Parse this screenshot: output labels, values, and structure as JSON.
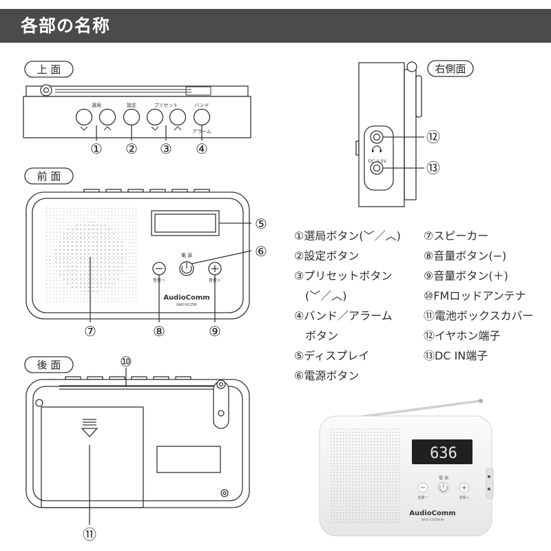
{
  "header": {
    "title": "各部の名称"
  },
  "sections": {
    "top": "上 面",
    "front": "前 面",
    "back": "後 面",
    "right_side": "右側面"
  },
  "top_labels": {
    "tuning": "選局",
    "setting": "設定",
    "preset": "プリセット",
    "band": "バンド",
    "alarm": "アラーム"
  },
  "front_labels": {
    "power": "電 源",
    "brand": "AudioComm",
    "model": "RAD-H225N",
    "vol_down": "音量ー",
    "vol_up": "音量＋"
  },
  "side_labels": {
    "dc": "DC 4.5V"
  },
  "markers": {
    "m1": "①",
    "m2": "②",
    "m3": "③",
    "m4": "④",
    "m5": "⑤",
    "m6": "⑥",
    "m7": "⑦",
    "m8": "⑧",
    "m9": "⑨",
    "m10": "⑩",
    "m11": "⑪",
    "m12": "⑫",
    "m13": "⑬"
  },
  "legend": [
    "①選局ボタン(﹀／︿)",
    "②設定ボタン",
    "③プリセットボタン",
    "(﹀／︿)",
    "④バンド／アラーム",
    "ボタン",
    "⑤ディスプレイ",
    "⑥電源ボタン",
    "⑦スピーカー",
    "⑧音量ボタン(−)",
    "⑨音量ボタン(＋)",
    "⑩FMロッドアンテナ",
    "⑪電池ボックスカバー",
    "⑫イヤホン端子",
    "⑬DC IN端子"
  ],
  "photo": {
    "display_value": "636",
    "power_label": "電 源",
    "brand": "AudioComm",
    "model": "RAD-H225N-W",
    "vol_down": "音量ー",
    "vol_up": "音量＋"
  }
}
